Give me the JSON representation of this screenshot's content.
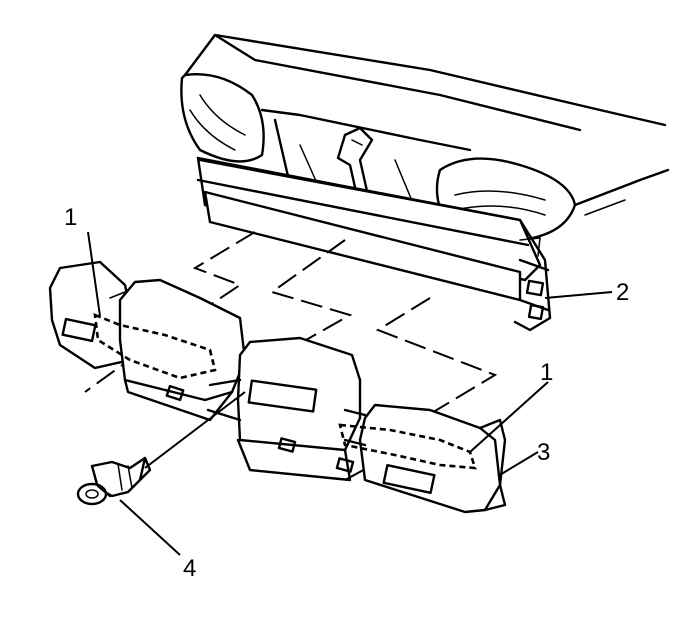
{
  "callouts": [
    {
      "id": "c1a",
      "text": "1"
    },
    {
      "id": "c1b",
      "text": "1"
    },
    {
      "id": "c2",
      "text": "2"
    },
    {
      "id": "c3",
      "text": "3"
    },
    {
      "id": "c4",
      "text": "4"
    }
  ],
  "colors": {
    "ink": "#000000",
    "paper": "#ffffff"
  }
}
